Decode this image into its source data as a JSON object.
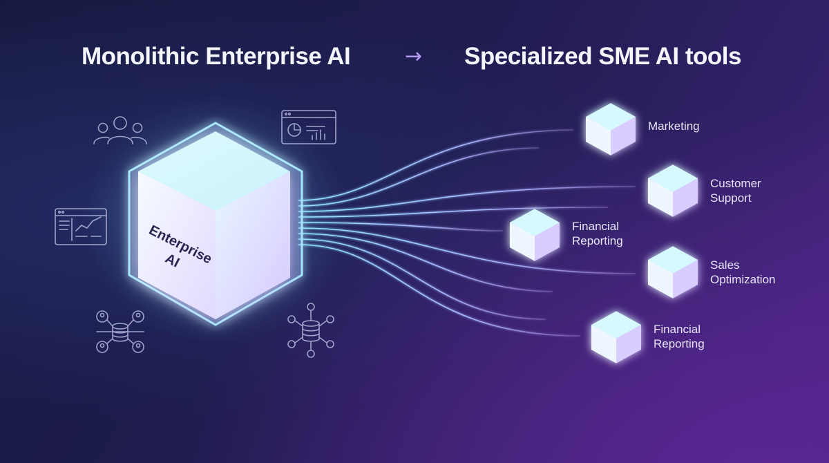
{
  "heading": {
    "from": "Monolithic Enterprise AI",
    "arrow": "→",
    "to": "Specialized SME AI tools"
  },
  "core": {
    "label_line1": "Enterprise",
    "label_line2": "AI"
  },
  "satellite_icons": [
    "users-group-icon",
    "dashboard-chart-icon",
    "analytics-window-icon",
    "database-users-icon",
    "database-network-icon"
  ],
  "tools": [
    {
      "line1": "Marketing",
      "line2": ""
    },
    {
      "line1": "Customer",
      "line2": "Support"
    },
    {
      "line1": "Financial",
      "line2": "Reporting"
    },
    {
      "line1": "Sales",
      "line2": "Optimization"
    },
    {
      "line1": "Financial",
      "line2": "Reporting"
    }
  ],
  "colors": {
    "accent_cyan": "#7fe8ff",
    "accent_violet": "#b39bf2",
    "cube_face": "#e7f2ff"
  }
}
